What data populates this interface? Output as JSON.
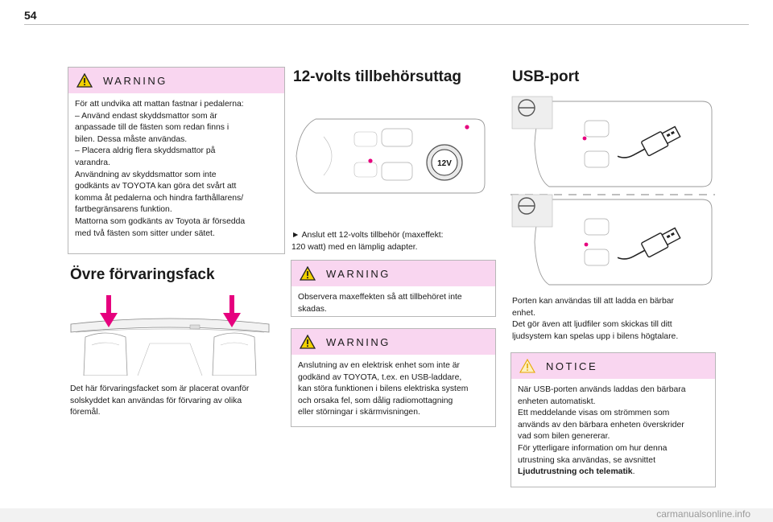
{
  "page": {
    "number": "54",
    "watermark": "carmanualsonline.info"
  },
  "col1": {
    "warning": {
      "title": "WARNING",
      "lines": [
        "För att undvika att mattan fastnar i pedalerna:",
        "– Använd endast skyddsmattor som är",
        "anpassade till de fästen som redan finns i",
        "bilen. Dessa måste användas.",
        "– Placera aldrig flera skyddsmattor på",
        "varandra.",
        "Användning av skyddsmattor som inte",
        "godkänts av TOYOTA kan göra det svårt att",
        "komma åt pedalerna och hindra farthållarens/",
        "fartbegränsarens funktion.",
        "Mattorna som godkänts av Toyota är försedda",
        "med två fästen som sitter under sätet."
      ]
    },
    "heading": "Övre förvaringsfack",
    "text": [
      "Det här förvaringsfacket som är placerat ovanför",
      "solskyddet kan användas för förvaring av olika",
      "föremål."
    ]
  },
  "col2": {
    "heading": "12-volts tillbehörsuttag",
    "socket_label": "12V",
    "text": [
      "► Anslut ett 12-volts tillbehör (maxeffekt:",
      "120 watt) med en lämplig adapter."
    ],
    "warning1": {
      "title": "WARNING",
      "lines": [
        "Observera maxeffekten så att tillbehöret inte",
        "skadas."
      ]
    },
    "warning2": {
      "title": "WARNING",
      "lines": [
        "Anslutning av en elektrisk enhet som inte är",
        "godkänd av TOYOTA, t.ex. en USB-laddare,",
        "kan störa funktionen i bilens elektriska system",
        "och orsaka fel, som dålig radiomottagning",
        "eller störningar i skärmvisningen."
      ]
    }
  },
  "col3": {
    "heading": "USB-port",
    "text": [
      "Porten kan användas till att ladda en bärbar",
      "enhet.",
      "Det gör även att ljudfiler som skickas till ditt",
      "ljudsystem kan spelas upp i bilens högtalare."
    ],
    "notice": {
      "title": "NOTICE",
      "lines": [
        "När USB-porten används laddas den bärbara",
        "enheten automatiskt.",
        "Ett meddelande visas om strömmen som",
        "används av den bärbara enheten överskrider",
        "vad som bilen genererar.",
        "För ytterligare information om hur denna",
        "utrustning ska användas, se avsnittet"
      ],
      "bold_line": "Ljudutrustning och telematik",
      "bold_suffix": "."
    }
  },
  "colors": {
    "accent_pink": "#e6007e",
    "box_header": "#f9d6f0",
    "warning_yellow": "#f2d100"
  }
}
